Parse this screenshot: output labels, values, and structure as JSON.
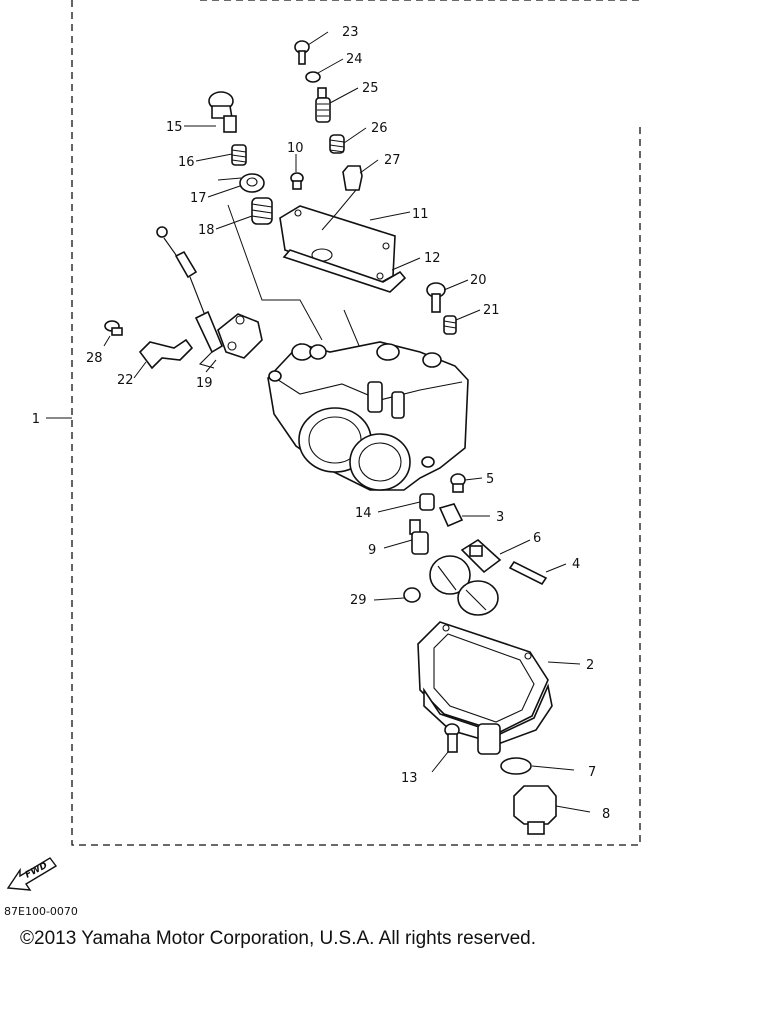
{
  "diagram": {
    "code": "87E100-0070",
    "copyright": "©2013 Yamaha Motor Corporation, U.S.A. All rights reserved.",
    "fwd_label": "FWD",
    "callouts": {
      "c1": "1",
      "c2": "2",
      "c3": "3",
      "c4": "4",
      "c5": "5",
      "c6": "6",
      "c7": "7",
      "c8": "8",
      "c9": "9",
      "c10": "10",
      "c11": "11",
      "c12": "12",
      "c13": "13",
      "c14": "14",
      "c15": "15",
      "c16": "16",
      "c17": "17",
      "c18": "18",
      "c19": "19",
      "c20": "20",
      "c21": "21",
      "c22": "22",
      "c23": "23",
      "c24": "24",
      "c25": "25",
      "c26": "26",
      "c27": "27",
      "c28": "28",
      "c29": "29"
    }
  }
}
